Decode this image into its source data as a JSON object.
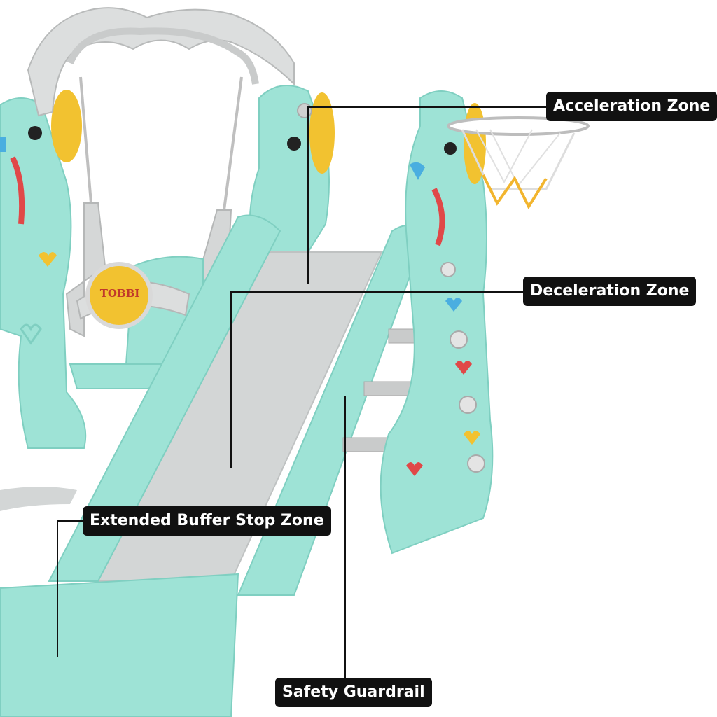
{
  "labels": {
    "acceleration": "Acceleration Zone",
    "deceleration": "Deceleration Zone",
    "buffer": "Extended Buffer Stop Zone",
    "guardrail": "Safety Guardrail"
  },
  "brand": {
    "text": "TOBBI"
  },
  "colors": {
    "mint": "#9ee3d6",
    "mint_dark": "#7fcfc1",
    "grey": "#c9cbcb",
    "grey_light": "#dcdede",
    "yellow": "#f2c230",
    "red": "#e04848",
    "blue": "#4aaee0",
    "label_bg": "#111111",
    "label_text": "#ffffff"
  }
}
